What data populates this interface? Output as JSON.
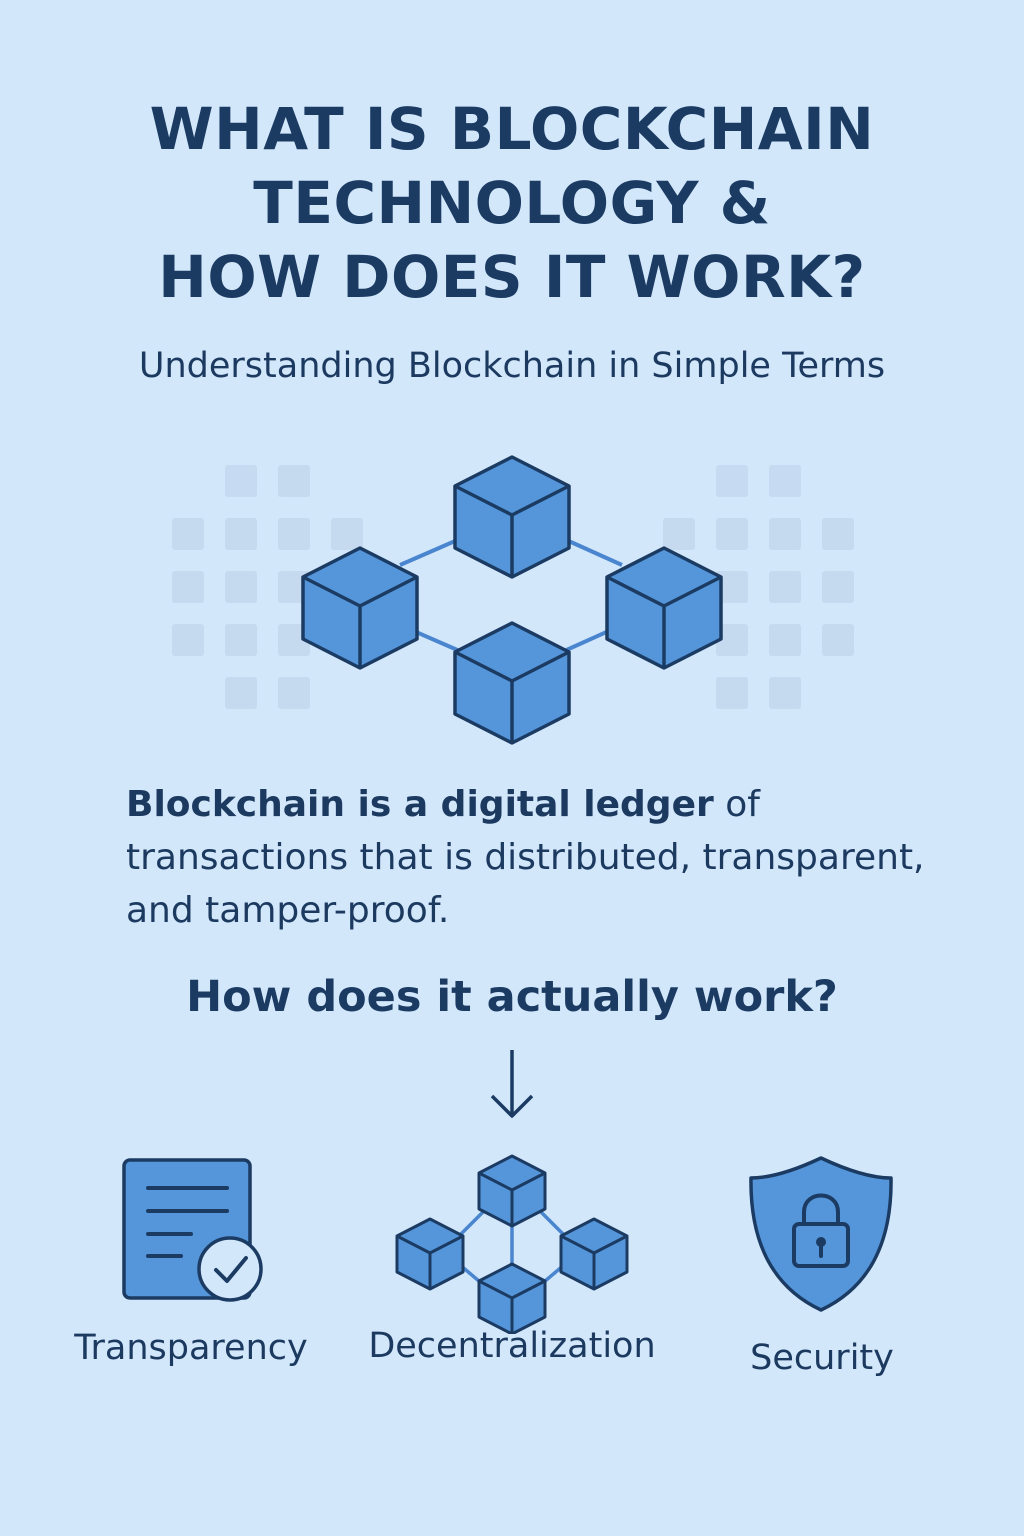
{
  "header": {
    "title_lines": [
      "WHAT IS BLOCKCHAIN",
      "TECHNOLOGY &",
      "HOW DOES IT WORK?"
    ],
    "subtitle": "Understanding Blockchain in Simple Terms"
  },
  "hero": {
    "icon": "blockchain-network-icon"
  },
  "description": {
    "bold_part": "Blockchain is a digital ledger",
    "rest_part": " of transactions that is distributed, transparent, and tamper-proof."
  },
  "question": "How does it actually work?",
  "features": [
    {
      "label": "Transparency",
      "icon": "document-check-icon"
    },
    {
      "label": "Decentralization",
      "icon": "block-network-icon"
    },
    {
      "label": "Security",
      "icon": "shield-lock-icon"
    }
  ],
  "colors": {
    "background": "#d3e7fb",
    "text": "#1b3b63",
    "block_fill": "#5596da",
    "block_stroke": "#1b3b63",
    "connector": "#4a86cf"
  }
}
